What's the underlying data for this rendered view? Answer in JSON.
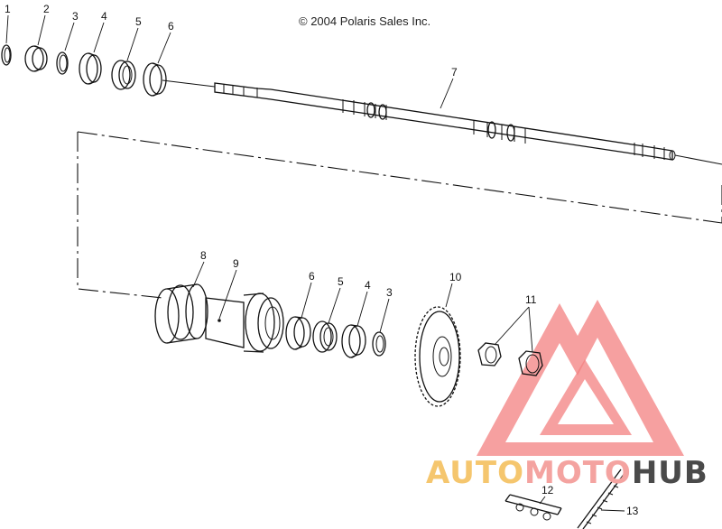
{
  "copyright": "© 2004 Polaris Sales Inc.",
  "callouts": [
    "1",
    "2",
    "3",
    "4",
    "5",
    "6",
    "7",
    "6",
    "5",
    "4",
    "3",
    "8",
    "9",
    "10",
    "11",
    "12",
    "13"
  ],
  "watermark": {
    "parts": [
      "AUTO",
      "MOTO",
      "HUB"
    ],
    "colors": {
      "auto": "#f5c66e",
      "moto": "#f4a3a0",
      "hub": "#4a4a4a",
      "logo": "#f26b6b"
    }
  },
  "icons": [
    "ring-icon",
    "bearing-icon",
    "shaft-icon",
    "sprocket-icon",
    "nut-icon",
    "axle-housing-icon",
    "logo-triangle-icon"
  ]
}
